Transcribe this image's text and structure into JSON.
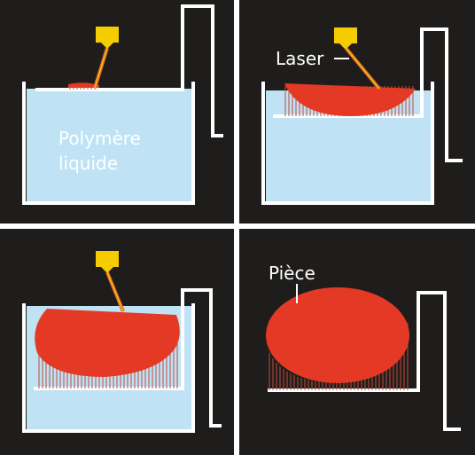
{
  "labels": {
    "polymer_line1": "Polymère",
    "polymer_line2": "liquide",
    "laser": "Laser",
    "piece": "Pièce"
  },
  "colors": {
    "background": "#1e1d1b",
    "liquid": "#bfe3f5",
    "part": "#e43a25",
    "nozzle": "#f5cc00",
    "tank_outline": "#ffffff",
    "support_lines": "#c24a3a",
    "laser_beam": "#e06a30"
  }
}
